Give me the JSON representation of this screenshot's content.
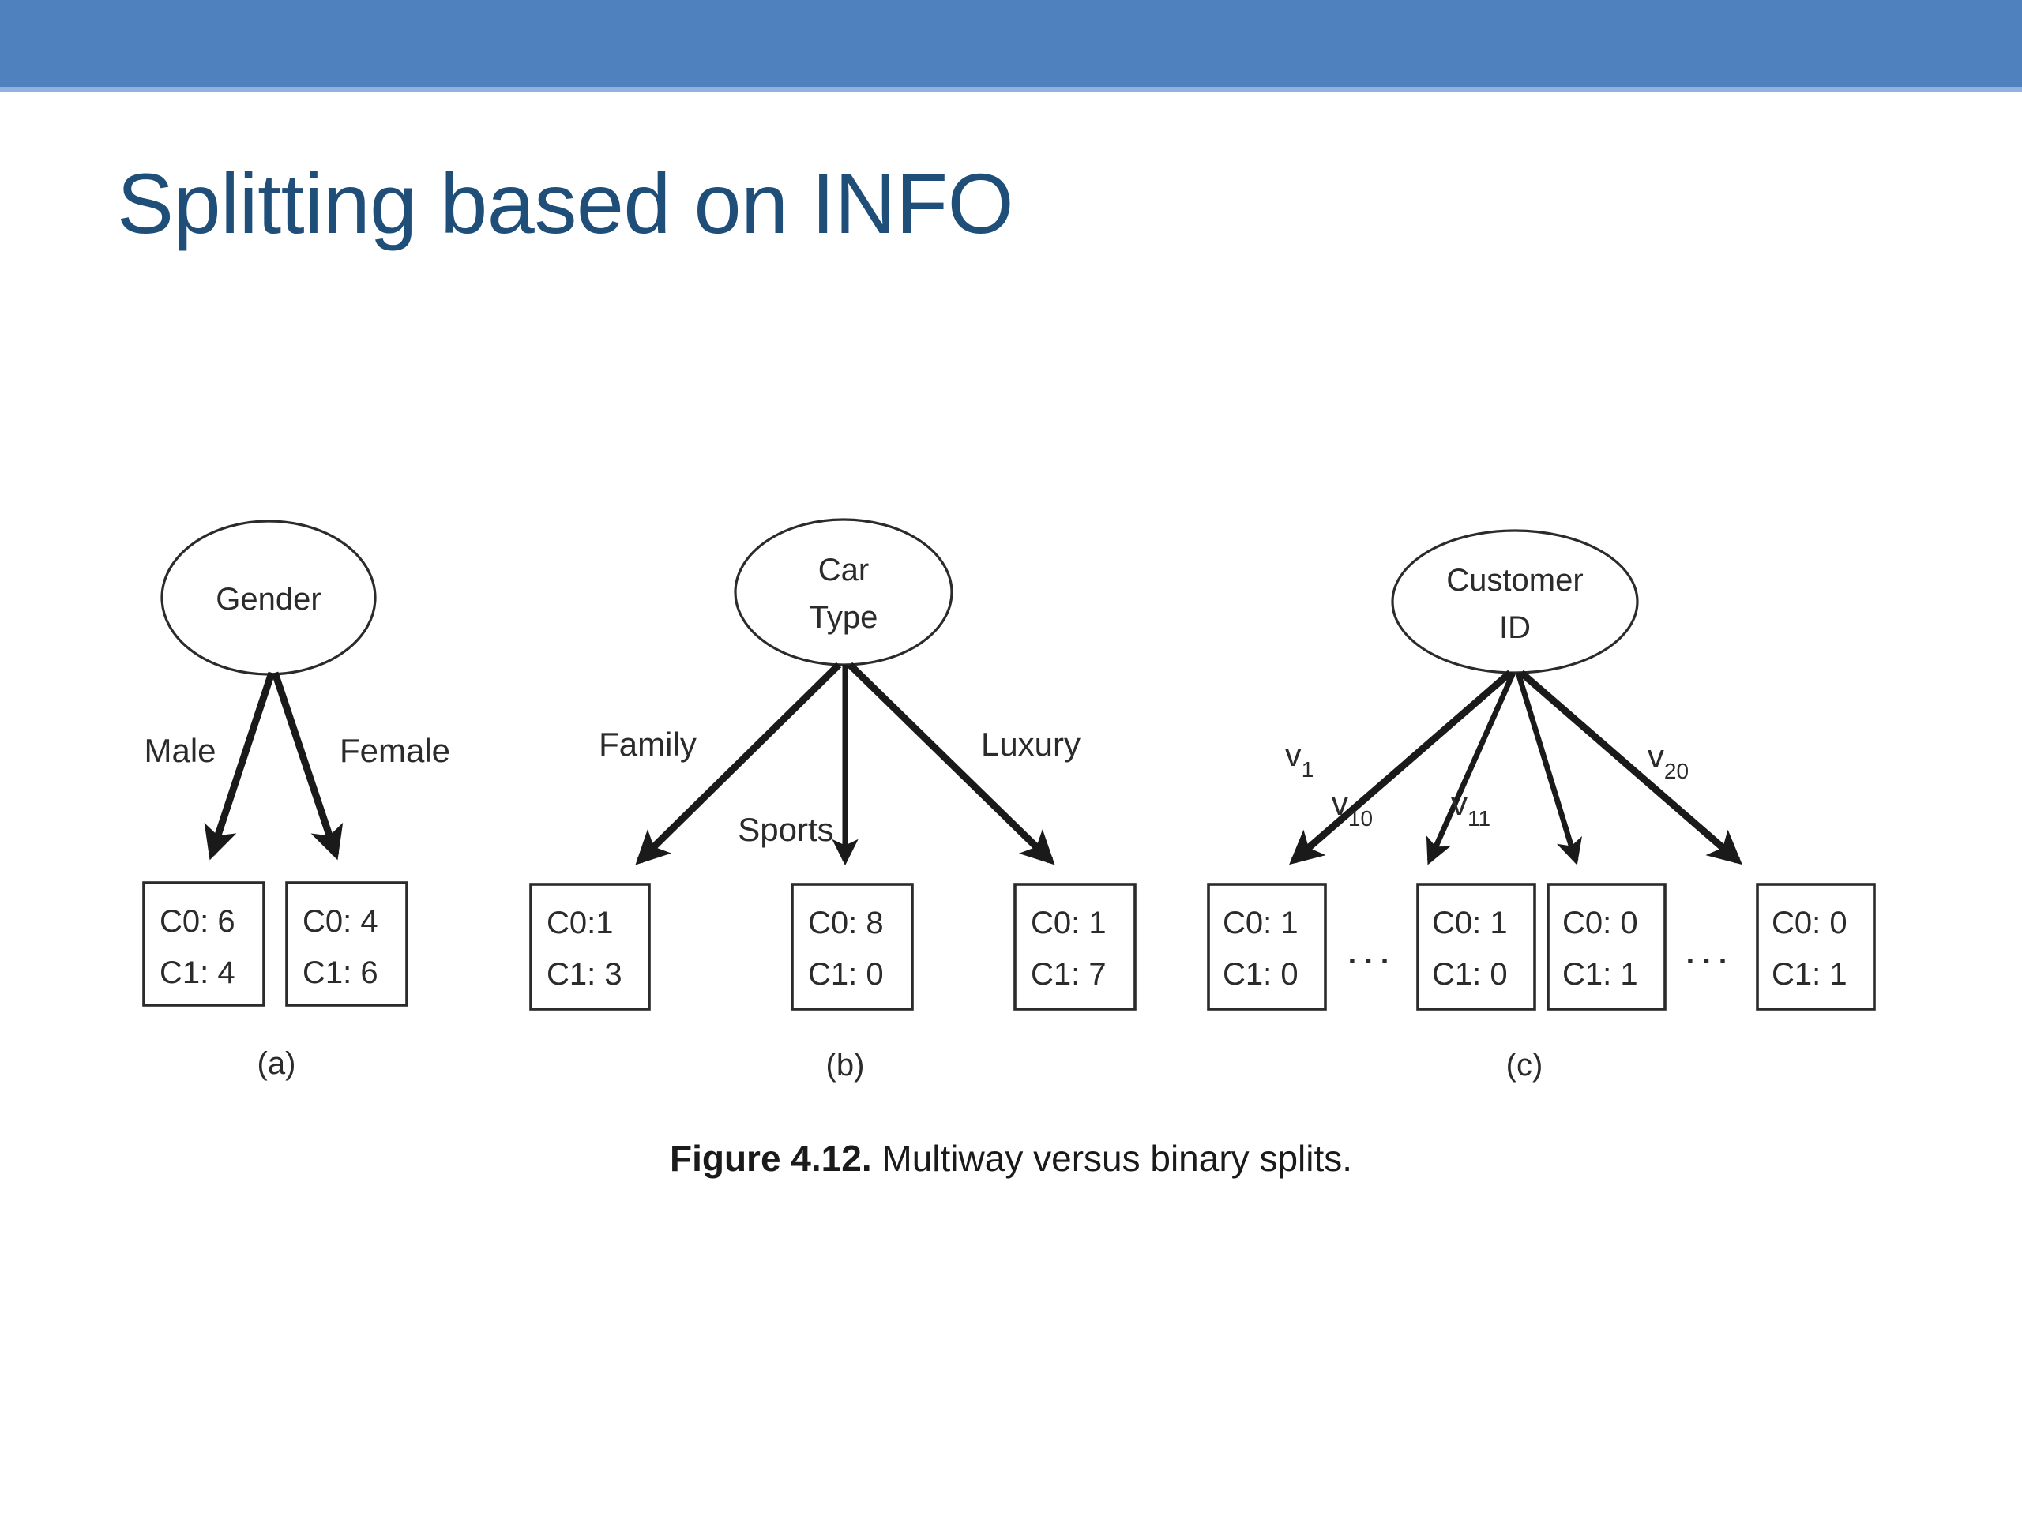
{
  "slide": {
    "title": "Splitting based on INFO",
    "title_color": "#1f4e79",
    "banner_color": "#4e81bd",
    "banner_accent_color": "#8fb3dc",
    "background_color": "#ffffff"
  },
  "figure": {
    "caption_bold": "Figure 4.12.",
    "caption_rest": "Multiway versus binary splits.",
    "ellipsis": "...",
    "trees": [
      {
        "id": "a",
        "sub_caption": "(a)",
        "root_label_lines": [
          "Gender"
        ],
        "edges": [
          {
            "label": "Male",
            "sub": ""
          },
          {
            "label": "Female",
            "sub": ""
          }
        ],
        "leaves": [
          {
            "line1": "C0: 6",
            "line2": "C1: 4"
          },
          {
            "line1": "C0: 4",
            "line2": "C1: 6"
          }
        ]
      },
      {
        "id": "b",
        "sub_caption": "(b)",
        "root_label_lines": [
          "Car",
          "Type"
        ],
        "edges": [
          {
            "label": "Family",
            "sub": ""
          },
          {
            "label": "Sports",
            "sub": ""
          },
          {
            "label": "Luxury",
            "sub": ""
          }
        ],
        "leaves": [
          {
            "line1": "C0:1",
            "line2": "C1: 3"
          },
          {
            "line1": "C0: 8",
            "line2": "C1: 0"
          },
          {
            "line1": "C0: 1",
            "line2": "C1: 7"
          }
        ]
      },
      {
        "id": "c",
        "sub_caption": "(c)",
        "root_label_lines": [
          "Customer",
          "ID"
        ],
        "edges": [
          {
            "label": "v",
            "sub": "1"
          },
          {
            "label": "v",
            "sub": "10"
          },
          {
            "label": "v",
            "sub": "11"
          },
          {
            "label": "v",
            "sub": "20"
          }
        ],
        "leaves": [
          {
            "line1": "C0: 1",
            "line2": "C1: 0"
          },
          {
            "line1": "C0: 1",
            "line2": "C1: 0"
          },
          {
            "line1": "C0: 0",
            "line2": "C1: 1"
          },
          {
            "line1": "C0: 0",
            "line2": "C1: 1"
          }
        ]
      }
    ]
  }
}
